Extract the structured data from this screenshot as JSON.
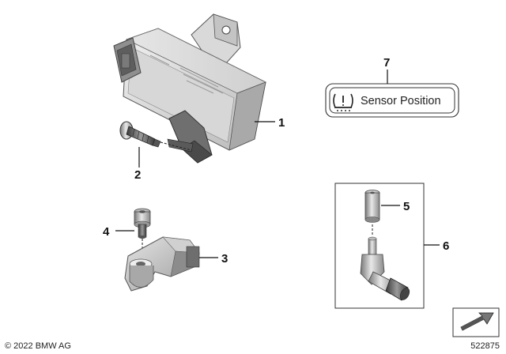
{
  "callouts": {
    "part_1": "1",
    "part_2": "2",
    "part_3": "3",
    "part_4": "4",
    "part_5": "5",
    "part_6": "6",
    "part_7": "7"
  },
  "sticker": {
    "label": "Sensor Position",
    "icon": "tire-pressure-warning-icon"
  },
  "footer": {
    "copyright": "© 2022 BMW AG",
    "drawing_number": "522875",
    "corner_icon": "arrow-down-left-icon"
  }
}
